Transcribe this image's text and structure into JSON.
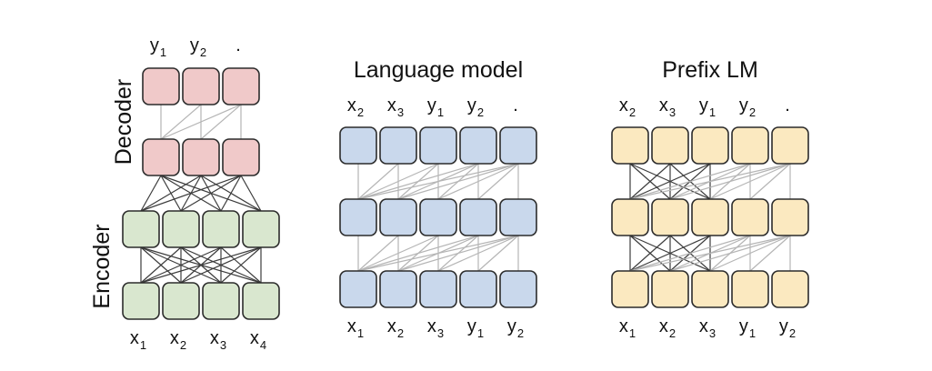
{
  "colors": {
    "decoder": "#f0c9c9",
    "encoder": "#d9e7cf",
    "language_model": "#c9d8ec",
    "prefix_lm": "#fbe9c0",
    "box_border": "#2b2b2b",
    "line_light": "#b5b5b5",
    "line_dark": "#3c3c3c"
  },
  "encoder_decoder": {
    "decoder_label": "Decoder",
    "encoder_label": "Encoder",
    "decoder_outputs": [
      {
        "base": "y",
        "sub": "1"
      },
      {
        "base": "y",
        "sub": "2"
      },
      {
        "base": ".",
        "sub": ""
      }
    ],
    "encoder_inputs": [
      {
        "base": "x",
        "sub": "1"
      },
      {
        "base": "x",
        "sub": "2"
      },
      {
        "base": "x",
        "sub": "3"
      },
      {
        "base": "x",
        "sub": "4"
      }
    ]
  },
  "language_model": {
    "title": "Language model",
    "outputs": [
      {
        "base": "x",
        "sub": "2"
      },
      {
        "base": "x",
        "sub": "3"
      },
      {
        "base": "y",
        "sub": "1"
      },
      {
        "base": "y",
        "sub": "2"
      },
      {
        "base": ".",
        "sub": ""
      }
    ],
    "inputs": [
      {
        "base": "x",
        "sub": "1"
      },
      {
        "base": "x",
        "sub": "2"
      },
      {
        "base": "x",
        "sub": "3"
      },
      {
        "base": "y",
        "sub": "1"
      },
      {
        "base": "y",
        "sub": "2"
      }
    ]
  },
  "prefix_lm": {
    "title": "Prefix LM",
    "outputs": [
      {
        "base": "x",
        "sub": "2"
      },
      {
        "base": "x",
        "sub": "3"
      },
      {
        "base": "y",
        "sub": "1"
      },
      {
        "base": "y",
        "sub": "2"
      },
      {
        "base": ".",
        "sub": ""
      }
    ],
    "inputs": [
      {
        "base": "x",
        "sub": "1"
      },
      {
        "base": "x",
        "sub": "2"
      },
      {
        "base": "x",
        "sub": "3"
      },
      {
        "base": "y",
        "sub": "1"
      },
      {
        "base": "y",
        "sub": "2"
      }
    ]
  }
}
